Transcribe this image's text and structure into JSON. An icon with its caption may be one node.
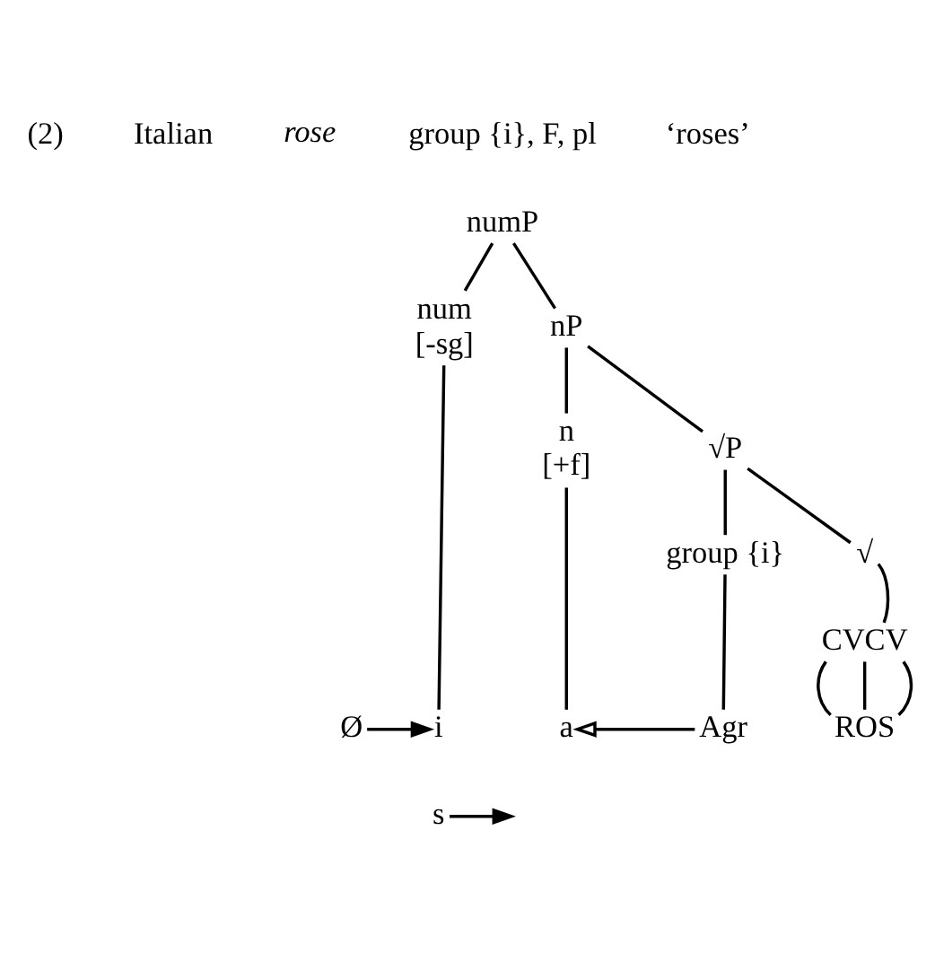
{
  "diagram": {
    "nodes": [
      {
        "text": [
          "numP"
        ]
      },
      {
        "text": [
          "num",
          "[-sg]"
        ]
      },
      {
        "text": [
          "nP"
        ]
      },
      {
        "text": [
          "n",
          "[+f]"
        ]
      },
      {
        "text": [
          "√P"
        ]
      },
      {
        "text": [
          "group {i}"
        ]
      },
      {
        "text": [
          "√"
        ]
      },
      {
        "text": [
          "CVCV"
        ]
      },
      {
        "text": [
          "Ø"
        ]
      },
      {
        "text": [
          "i"
        ]
      },
      {
        "text": [
          "a"
        ]
      },
      {
        "text": [
          "Agr"
        ]
      },
      {
        "text": [
          "ROS"
        ]
      },
      {
        "text": [
          "s"
        ]
      }
    ],
    "edges": [
      {
        "from": 0,
        "to": 1,
        "arrow": "none"
      },
      {
        "from": 0,
        "to": 2,
        "arrow": "none"
      },
      {
        "from": 2,
        "to": 3,
        "arrow": "none"
      },
      {
        "from": 2,
        "to": 4,
        "arrow": "none"
      },
      {
        "from": 4,
        "to": 5,
        "arrow": "none"
      },
      {
        "from": 4,
        "to": 6,
        "arrow": "none"
      },
      {
        "from": 1,
        "to": 9,
        "arrow": "none"
      },
      {
        "from": 3,
        "to": 10,
        "arrow": "none"
      },
      {
        "from": 5,
        "to": 11,
        "arrow": "none"
      },
      {
        "from": 6,
        "to": 7,
        "arrow": "none"
      },
      {
        "from": 7,
        "to": 12,
        "arrow": "none"
      },
      {
        "from": 7,
        "to": 12,
        "arrow": "none"
      },
      {
        "from": 7,
        "to": 12,
        "arrow": "none"
      },
      {
        "from": 8,
        "to": 9,
        "arrow": "to"
      },
      {
        "from": 11,
        "to": 10,
        "arrow": "to"
      },
      {
        "from": 13,
        "to": null,
        "arrow": "to"
      }
    ],
    "labels": [
      "(2)",
      "Italian",
      "rose",
      "group {i}, F, pl",
      "‘roses’"
    ]
  }
}
